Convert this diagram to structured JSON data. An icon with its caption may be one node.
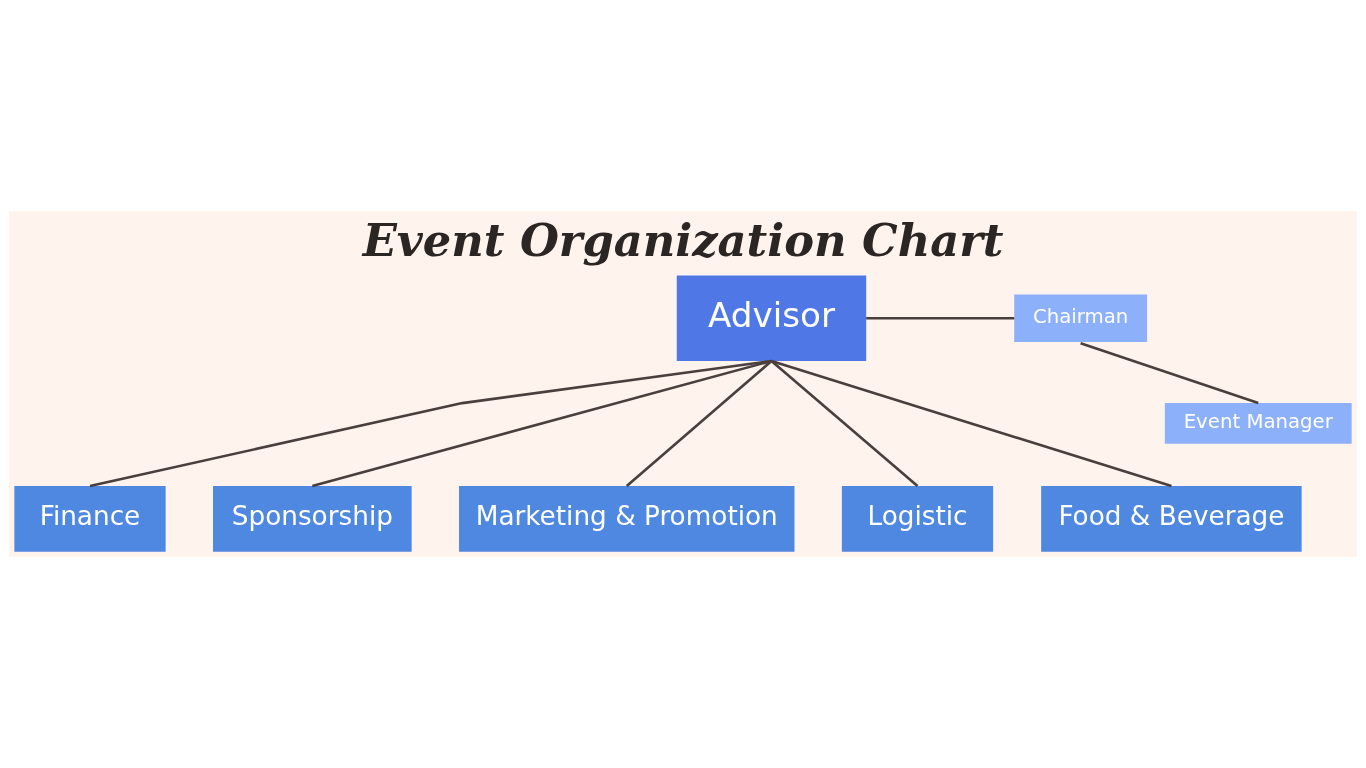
{
  "diagram": {
    "title": "Event Organization Chart",
    "nodes": [
      {
        "text": [
          "Advisor"
        ]
      },
      {
        "text": [
          "Chairman"
        ]
      },
      {
        "text": [
          "Event Manager"
        ]
      },
      {
        "text": [
          "Finance"
        ]
      },
      {
        "text": [
          "Sponsorship"
        ]
      },
      {
        "text": [
          "Marketing & Promotion"
        ]
      },
      {
        "text": [
          "Logistic"
        ]
      },
      {
        "text": [
          "Food & Beverage"
        ]
      }
    ],
    "edges": [
      {
        "from": 0,
        "to": 1,
        "arrow": "none"
      },
      {
        "from": 1,
        "to": 2,
        "arrow": "none"
      },
      {
        "from": 0,
        "to": 3,
        "arrow": "none"
      },
      {
        "from": 0,
        "to": 4,
        "arrow": "none"
      },
      {
        "from": 0,
        "to": 5,
        "arrow": "none"
      },
      {
        "from": 0,
        "to": 6,
        "arrow": "none"
      },
      {
        "from": 0,
        "to": 7,
        "arrow": "none"
      }
    ]
  }
}
